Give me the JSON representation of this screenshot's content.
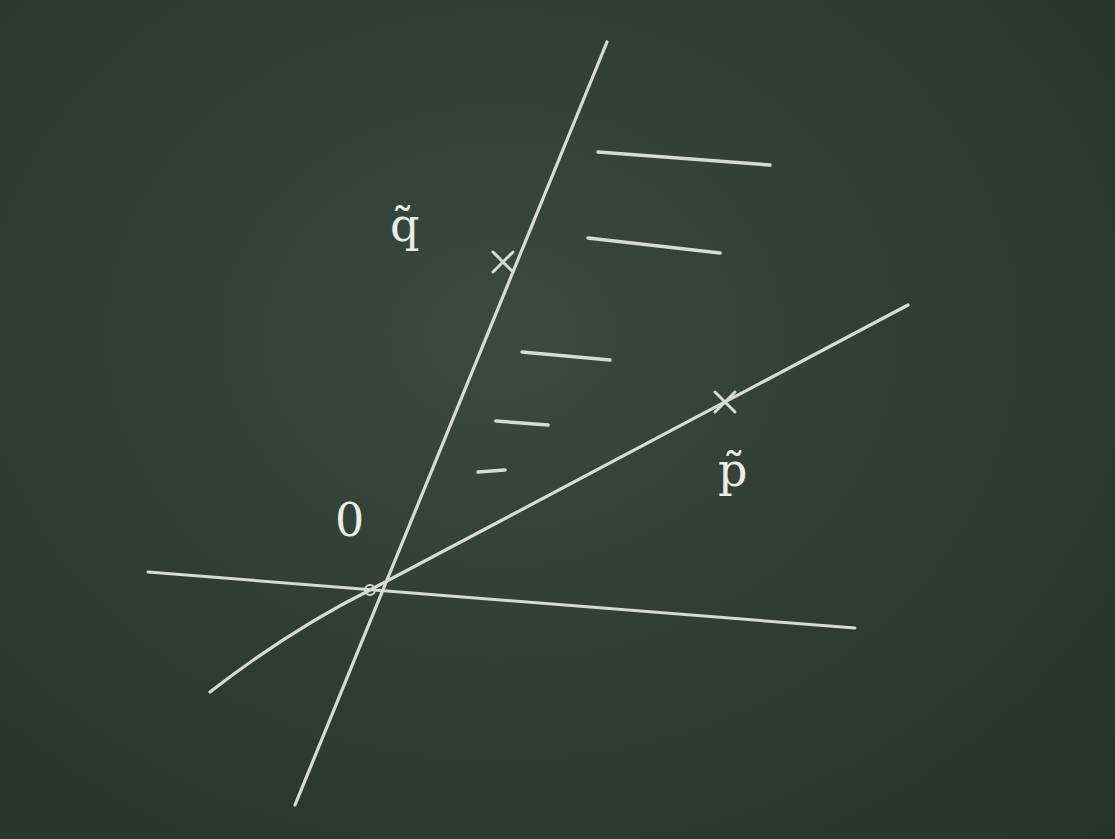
{
  "diagram": {
    "labels": [
      "q̃",
      "p̃",
      "0"
    ]
  }
}
